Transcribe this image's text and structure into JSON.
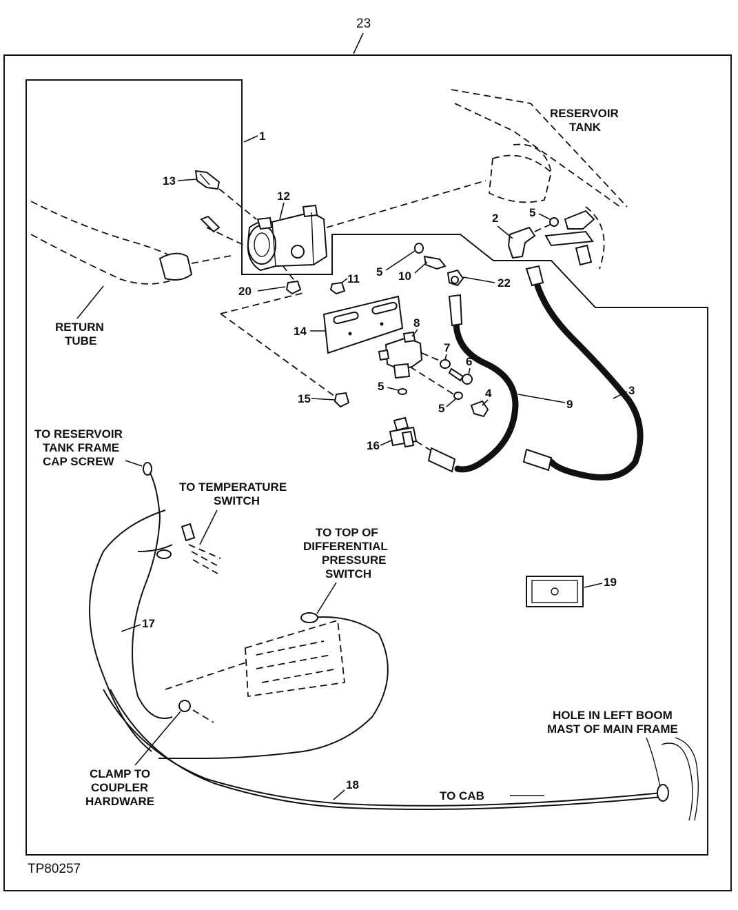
{
  "figure": {
    "top_callout": "23",
    "figure_id": "TP80257"
  },
  "labels": {
    "reservoir_tank": [
      "RESERVOIR",
      "TANK"
    ],
    "return_tube": [
      "RETURN",
      "TUBE"
    ],
    "to_reservoir_frame": [
      "TO RESERVOIR",
      "TANK FRAME",
      "CAP SCREW"
    ],
    "to_temperature_switch": [
      "TO TEMPERATURE",
      "SWITCH"
    ],
    "to_top_of_switch": [
      "TO TOP OF",
      "DIFFERENTIAL",
      "PRESSURE",
      "SWITCH"
    ],
    "clamp_to_coupler": [
      "CLAMP TO",
      "COUPLER",
      "HARDWARE"
    ],
    "hole_in_boom": [
      "HOLE IN LEFT BOOM",
      "MAST OF MAIN FRAME"
    ],
    "to_cab": "TO CAB"
  },
  "callouts": {
    "c1": "1",
    "c2": "2",
    "c3": "3",
    "c4": "4",
    "c5a": "5",
    "c5b": "5",
    "c5c": "5",
    "c5d": "5",
    "c6": "6",
    "c7": "7",
    "c8": "8",
    "c9": "9",
    "c10": "10",
    "c11": "11",
    "c12": "12",
    "c13": "13",
    "c14": "14",
    "c15": "15",
    "c16": "16",
    "c17": "17",
    "c18": "18",
    "c19": "19",
    "c20": "20",
    "c22": "22"
  }
}
